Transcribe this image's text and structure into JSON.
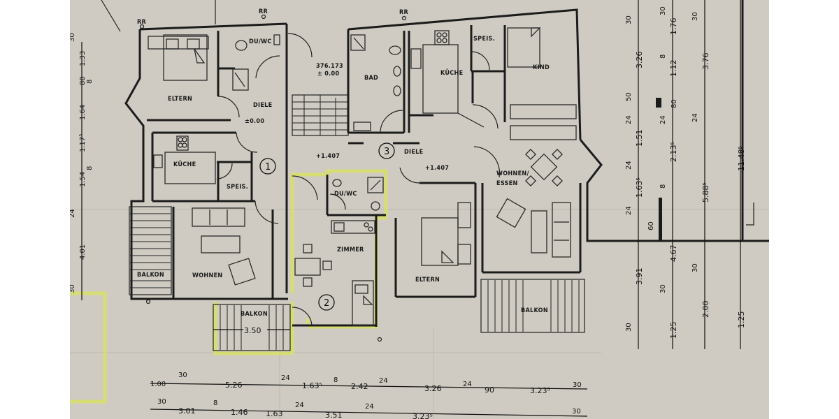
{
  "plan": {
    "background_color": "#cfcbc2",
    "highlight_color": "#d8e067",
    "wall_color": "#1c1c1c",
    "units": [
      {
        "number": "1"
      },
      {
        "number": "2"
      },
      {
        "number": "3"
      }
    ],
    "rooms": {
      "unit1_eltern": "ELTERN",
      "unit1_duwc": "DU/WC",
      "unit1_diele": "DIELE",
      "unit1_kueche": "KÜCHE",
      "unit1_speis": "SPEIS.",
      "unit1_wohnen": "WOHNEN",
      "unit1_balkon": "BALKON",
      "unit2_duwc": "DU/WC",
      "unit2_zimmer": "ZIMMER",
      "unit2_balkon": "BALKON",
      "unit3_bad": "BAD",
      "unit3_kueche": "KÜCHE",
      "unit3_speis": "SPEIS.",
      "unit3_kind": "KIND",
      "unit3_diele": "DIELE",
      "unit3_eltern": "ELTERN",
      "unit3_wohnen_essen_1": "WOHNEN/",
      "unit3_wohnen_essen_2": "ESSEN",
      "unit3_balkon": "BALKON"
    },
    "levels": {
      "unit1_diele": "±0.00",
      "stair_landing_1": "376.173",
      "stair_landing_2": "± 0.00",
      "stair_mid": "+1.407",
      "unit3_diele": "+1.407"
    },
    "markers": {
      "rainpipe": "RR"
    },
    "balcony_width": "3.50"
  },
  "dimensions": {
    "bottom_row_1": [
      "1.00",
      "30",
      "5.26",
      "24",
      "1.63⁵",
      "8",
      "2.42",
      "24",
      "3.26",
      "24",
      "90",
      "3.23⁵",
      "30"
    ],
    "bottom_row_2": [
      "30",
      "3.01",
      "8",
      "1.46",
      "1.63",
      "24",
      "3.51",
      "24",
      "3.23⁵",
      "30"
    ],
    "left_column": [
      "30",
      "1.33",
      "8",
      "88",
      "1.64",
      "1.17⁵",
      "8",
      "1.54",
      "24",
      "4.01",
      "30"
    ],
    "right_col_1": [
      "30",
      "3.26",
      "50",
      "24",
      "1.51",
      "24",
      "1.63⁵",
      "24",
      "60",
      "3.91",
      "30"
    ],
    "right_col_2": [
      "30",
      "1.76",
      "8",
      "1.12",
      "80",
      "24",
      "2.13⁵",
      "8",
      "4.67",
      "30",
      "1.25"
    ],
    "right_col_3": [
      "30",
      "3.76",
      "24",
      "5.88⁵",
      "30",
      "2.00"
    ],
    "right_col_4": [
      "11.48⁵",
      "1.25"
    ]
  }
}
